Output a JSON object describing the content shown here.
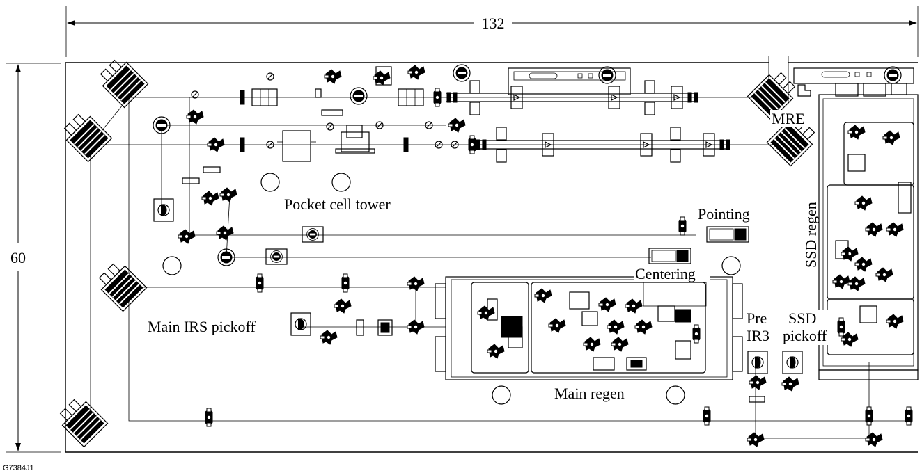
{
  "dimensions": {
    "width_label": "132",
    "height_label": "60"
  },
  "labels": {
    "pocket_cell_tower": "Pocket cell tower",
    "mre": "MRE",
    "pointing": "Pointing",
    "centering": "Centering",
    "ssd_regen": "SSD regen",
    "main_irs_pickoff": "Main IRS pickoff",
    "pre_ir3_line1": "Pre",
    "pre_ir3_line2": "IR3",
    "ssd_pickoff_line1": "SSD",
    "ssd_pickoff_line2": "pickoff",
    "main_regen": "Main regen"
  },
  "figure_id": "G7384J1"
}
